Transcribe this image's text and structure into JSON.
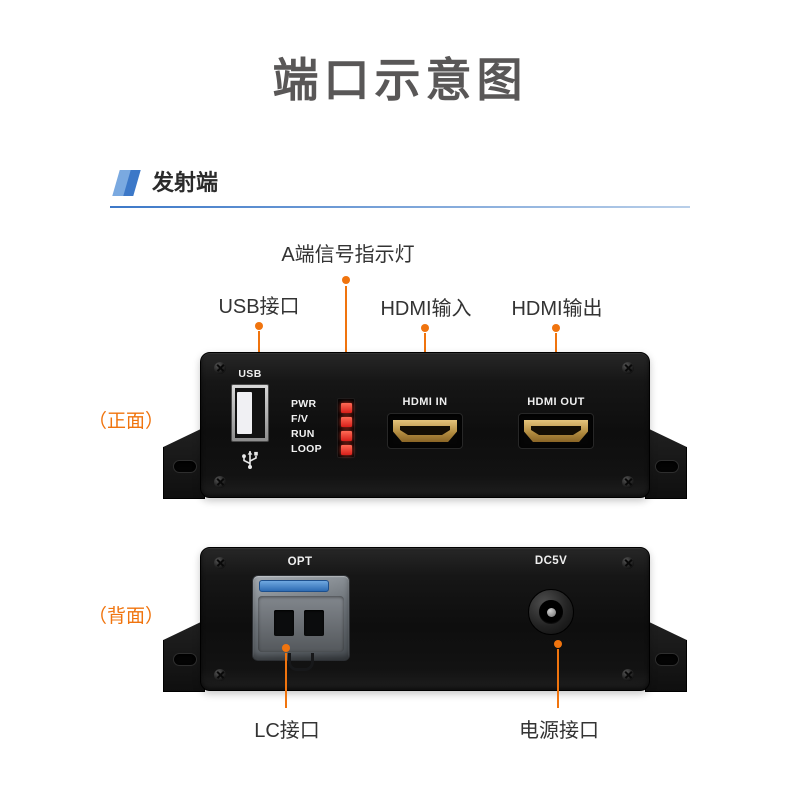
{
  "page": {
    "title": "端口示意图"
  },
  "section": {
    "label": "发射端"
  },
  "callouts": {
    "indicator": "A端信号指示灯",
    "usb": "USB接口",
    "hdmi_in": "HDMI输入",
    "hdmi_out": "HDMI输出",
    "lc": "LC接口",
    "power": "电源接口"
  },
  "views": {
    "front": "（正面）",
    "back": "（背面）"
  },
  "device_front": {
    "usb_label": "USB",
    "leds": [
      "PWR",
      "F/V",
      "RUN",
      "LOOP"
    ],
    "hdmi_in_label": "HDMI IN",
    "hdmi_out_label": "HDMI OUT"
  },
  "device_back": {
    "opt_label": "OPT",
    "power_label": "DC5V"
  },
  "colors": {
    "accent_orange": "#f0740e",
    "accent_blue": "#3c78c8",
    "accent_blue_light": "#7aa9e0",
    "led_red": "#d81f1a",
    "title_gray": "#595757",
    "text_dark": "#333333"
  }
}
